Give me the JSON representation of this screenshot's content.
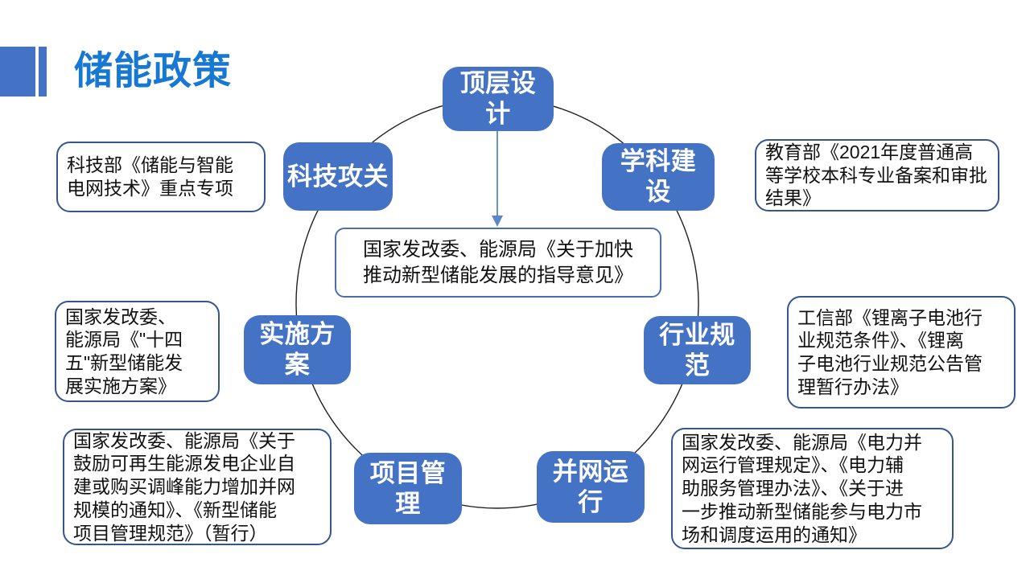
{
  "slide": {
    "title": "储能政策"
  },
  "colors": {
    "node_blue": "#4472C4",
    "title_blue": "#1778D4",
    "callout_border": "#35558F",
    "center_box_border": "#4A6FB0",
    "arrow_blue": "#5B87C5",
    "circle_stroke": "#1F1F1F"
  },
  "diagram": {
    "center_text": "国家发改委、能源局《关于加快\n推动新型储能发展的指导意见》",
    "nodes": [
      {
        "id": "top-level-design",
        "label": "顶层设\n计",
        "callout": ""
      },
      {
        "id": "discipline-construction",
        "label": "学科建\n设",
        "callout": "教育部《2021年度普通高\n等学校本科专业备案和审批\n结果》"
      },
      {
        "id": "industry-standards",
        "label": "行业规\n范",
        "callout": "工信部《锂离子电池行\n业规范条件》、《锂离\n子电池行业规范公告管\n理暂行办法》"
      },
      {
        "id": "grid-operation",
        "label": "并网运\n行",
        "callout": "国家发改委、能源局《电力并\n网运行管理规定》、《电力辅\n助服务管理办法》、《关于进\n一步推动新型储能参与电力市\n场和调度运用的通知》"
      },
      {
        "id": "project-management",
        "label": "项目管\n理",
        "callout": "国家发改委、能源局《关于\n鼓励可再生能源发电企业自\n建或购买调峰能力增加并网\n规模的通知》、《新型储能\n项目管理规范》（暂行）"
      },
      {
        "id": "implementation-plan",
        "label": "实施方\n案",
        "callout": "国家发改委、\n能源局《\"十四\n五\"新型储能发\n展实施方案》"
      },
      {
        "id": "tech-research",
        "label": "科技攻关",
        "callout": "科技部《储能与智能\n电网技术》重点专项"
      }
    ]
  }
}
